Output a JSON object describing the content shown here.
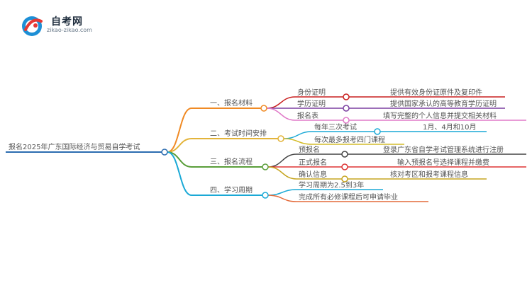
{
  "logo": {
    "brand": "自考网",
    "domain": "zikao-zikao.com"
  },
  "root": {
    "label": "报名2025年广东国际经济与贸易自学考试",
    "color": "#2b6cb0"
  },
  "branches": [
    {
      "label": "一、报名材料",
      "color": "#f08a24",
      "items": [
        {
          "label": "身份证明",
          "detail": "提供有效身份证原件及复印件",
          "color": "#c81e1e"
        },
        {
          "label": "学历证明",
          "detail": "提供国家承认的高等教育学历证明",
          "color": "#7b3fa0"
        },
        {
          "label": "报名表",
          "detail": "填写完整的个人信息并提交相关材料",
          "color": "#e07ac8"
        }
      ]
    },
    {
      "label": "二、考试时间安排",
      "color": "#e3b43a",
      "items": [
        {
          "label": "每年三次考试",
          "detail": "1月、4月和10月",
          "color": "#1aa9d6"
        },
        {
          "label": "每次最多报考四门课程",
          "detail": "",
          "color": "#d4bc2a"
        }
      ]
    },
    {
      "label": "三、报名流程",
      "color": "#5a9e3a",
      "items": [
        {
          "label": "预报名",
          "detail": "登录广东省自学考试管理系统进行注册",
          "color": "#444444"
        },
        {
          "label": "正式报名",
          "detail": "输入预报名号选择课程并缴费",
          "color": "#d33"
        },
        {
          "label": "确认信息",
          "detail": "核对考区和报考课程信息",
          "color": "#c6a520"
        }
      ]
    },
    {
      "label": "四、学习周期",
      "color": "#1aa9d6",
      "items": [
        {
          "label": "学习周期为2.5到3年",
          "detail": "",
          "color": "#1aa9d6"
        },
        {
          "label": "完成所有必修课程后可申请毕业",
          "detail": "",
          "color": "#e46a3a"
        }
      ]
    }
  ]
}
